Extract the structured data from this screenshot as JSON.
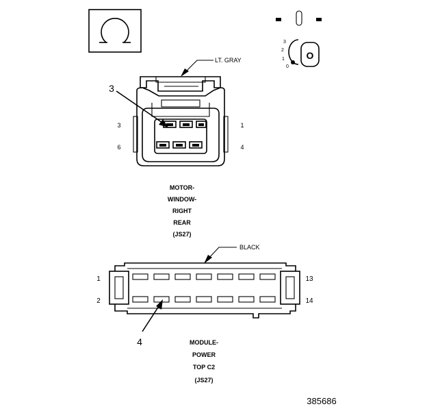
{
  "ohm_symbol": "Ω",
  "ignition_key": {
    "positions": [
      "3",
      "2",
      "1",
      "0"
    ],
    "key_letter": "O"
  },
  "top_connector": {
    "wire_color": "LT. GRAY",
    "callout_number": "3",
    "pin_labels": {
      "top_left": "3",
      "top_right": "1",
      "bottom_left": "6",
      "bottom_right": "4"
    },
    "name_lines": [
      "MOTOR-",
      "WINDOW-",
      "RIGHT",
      "REAR",
      "(JS27)"
    ]
  },
  "bottom_connector": {
    "wire_color": "BLACK",
    "callout_number": "4",
    "pin_labels": {
      "top_left": "1",
      "bottom_left": "2",
      "top_right": "13",
      "bottom_right": "14"
    },
    "name_lines": [
      "MODULE-",
      "POWER",
      "TOP C2",
      "(JS27)"
    ]
  },
  "figure_number": "385686"
}
